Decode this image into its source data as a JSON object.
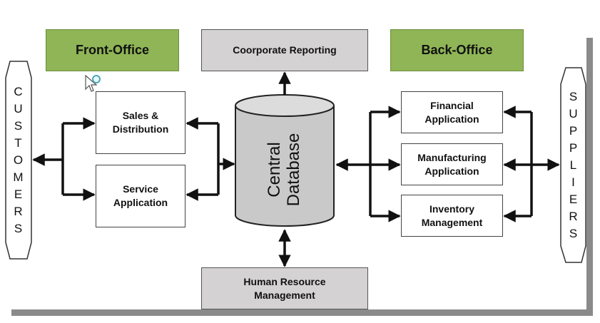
{
  "diagram": {
    "front_office": "Front-Office",
    "back_office": "Back-Office",
    "corporate_reporting": "Coorporate Reporting",
    "human_resource": "Human Resource\nManagement",
    "central_database": "Central\nDatabase",
    "sales_distribution": "Sales &\nDistribution",
    "service_application": "Service\nApplication",
    "financial_application": "Financial\nApplication",
    "manufacturing_application": "Manufacturing\nApplication",
    "inventory_management": "Inventory\nManagement",
    "customers_letters": [
      "C",
      "U",
      "S",
      "T",
      "O",
      "M",
      "E",
      "R",
      "S"
    ],
    "suppliers_letters": [
      "S",
      "U",
      "P",
      "P",
      "L",
      "I",
      "E",
      "R",
      "S"
    ]
  },
  "colors": {
    "header_green": "#8fb556",
    "box_gray": "#d4d2d2",
    "shadow_gray": "#888888"
  },
  "icons": {
    "cursor": "cursor-arrow-icon"
  }
}
